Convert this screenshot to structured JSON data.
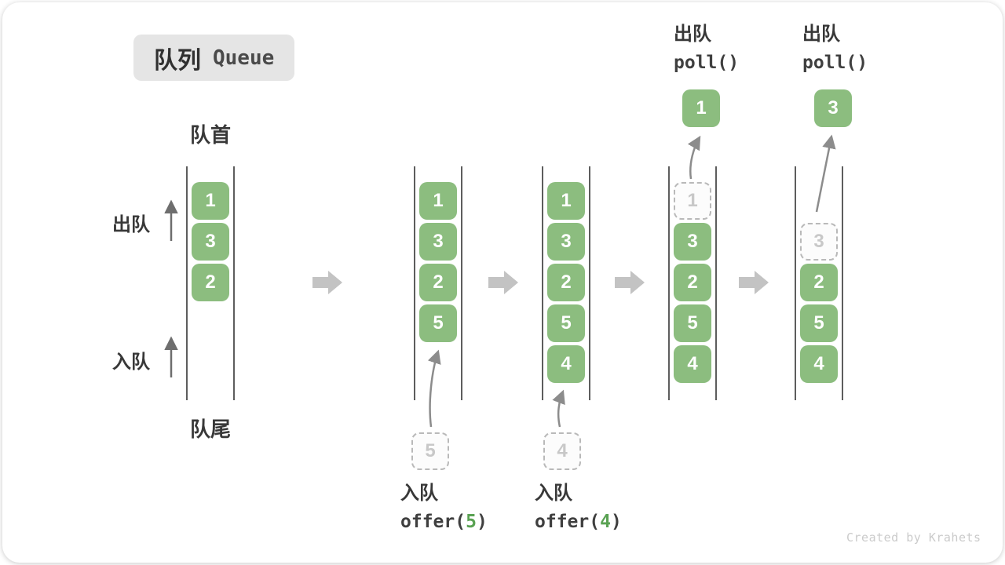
{
  "title": {
    "name_zh": "队列",
    "name_en": "Queue"
  },
  "labels": {
    "front": "队首",
    "rear": "队尾",
    "dequeue_side": "出队",
    "enqueue_side": "入队"
  },
  "states": {
    "s1": {
      "cells": [
        "1",
        "3",
        "2"
      ]
    },
    "s2": {
      "cells": [
        "1",
        "3",
        "2",
        "5"
      ],
      "incoming": "5",
      "op_label": "入队",
      "op_code_pre": "offer(",
      "op_arg": "5",
      "op_code_post": ")"
    },
    "s3": {
      "cells": [
        "1",
        "3",
        "2",
        "5",
        "4"
      ],
      "incoming": "4",
      "op_label": "入队",
      "op_code_pre": "offer(",
      "op_arg": "4",
      "op_code_post": ")"
    },
    "s4": {
      "removed": "1",
      "cells": [
        "3",
        "2",
        "5",
        "4"
      ],
      "outgoing": "1",
      "op_label": "出队",
      "op_code": "poll()"
    },
    "s5": {
      "removed": "3",
      "cells": [
        "2",
        "5",
        "4"
      ],
      "outgoing": "3",
      "op_label": "出队",
      "op_code": "poll()"
    }
  },
  "watermark": "Created by Krahets",
  "colors": {
    "box_green": "#8cbd7f",
    "code_arg_green": "#5aa253",
    "block_arrow_gray": "#c3c3c3",
    "curve_arrow_gray": "#8c8c8c",
    "side_arrow_gray": "#6e6e6e",
    "badge_bg": "#e5e5e5",
    "ghost_border": "#b9b9b9",
    "column_line": "#5d5d5d"
  }
}
